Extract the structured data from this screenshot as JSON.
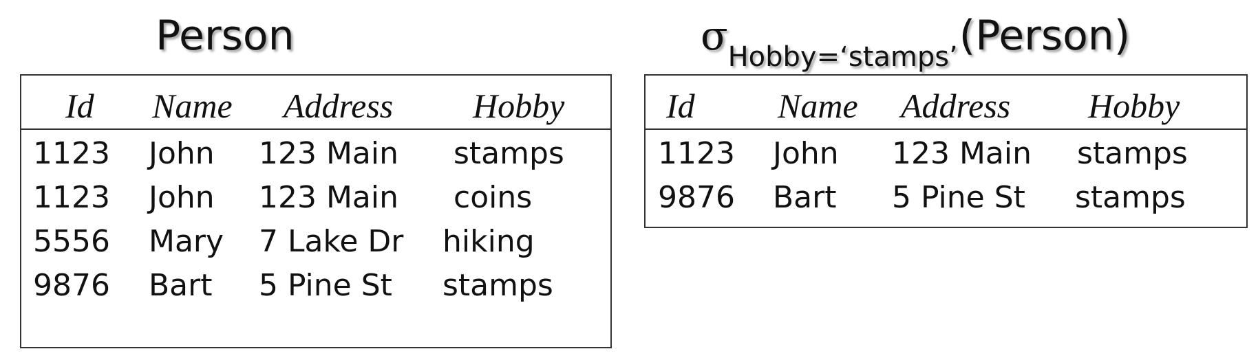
{
  "left": {
    "title": "Person",
    "columns": [
      "Id",
      "Name",
      "Address",
      "Hobby"
    ],
    "rows": [
      [
        "1123",
        "John",
        "123 Main",
        "stamps"
      ],
      [
        "1123",
        "John",
        "123 Main",
        "coins"
      ],
      [
        "5556",
        "Mary",
        "7 Lake Dr",
        "hiking"
      ],
      [
        "9876",
        "Bart",
        "5 Pine St",
        "stamps"
      ]
    ]
  },
  "right": {
    "sigma": "σ",
    "condition": "Hobby=‘stamps’",
    "argument": "(Person)",
    "columns": [
      "Id",
      "Name",
      "Address",
      "Hobby"
    ],
    "rows": [
      [
        "1123",
        "John",
        "123 Main",
        "stamps"
      ],
      [
        "9876",
        "Bart",
        "5 Pine St",
        "stamps"
      ]
    ]
  }
}
